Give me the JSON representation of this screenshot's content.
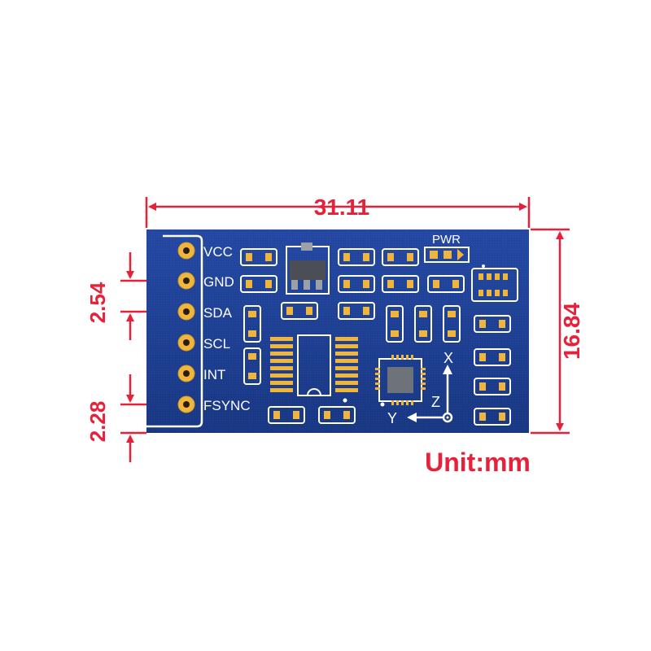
{
  "dimensions": {
    "width": "31.11",
    "height": "16.84",
    "pin_pitch": "2.54",
    "edge_offset": "2.28",
    "unit": "Unit:mm"
  },
  "board": {
    "pins": [
      "VCC",
      "GND",
      "SDA",
      "SCL",
      "INT",
      "FSYNC"
    ],
    "pwr_label": "PWR",
    "axis_labels": {
      "x": "X",
      "y": "Y",
      "z": "Z"
    }
  },
  "colors": {
    "board": "#1a3a8c",
    "dimension": "#e8213a",
    "gold": "#f0b63c",
    "silk": "#ffffff"
  }
}
